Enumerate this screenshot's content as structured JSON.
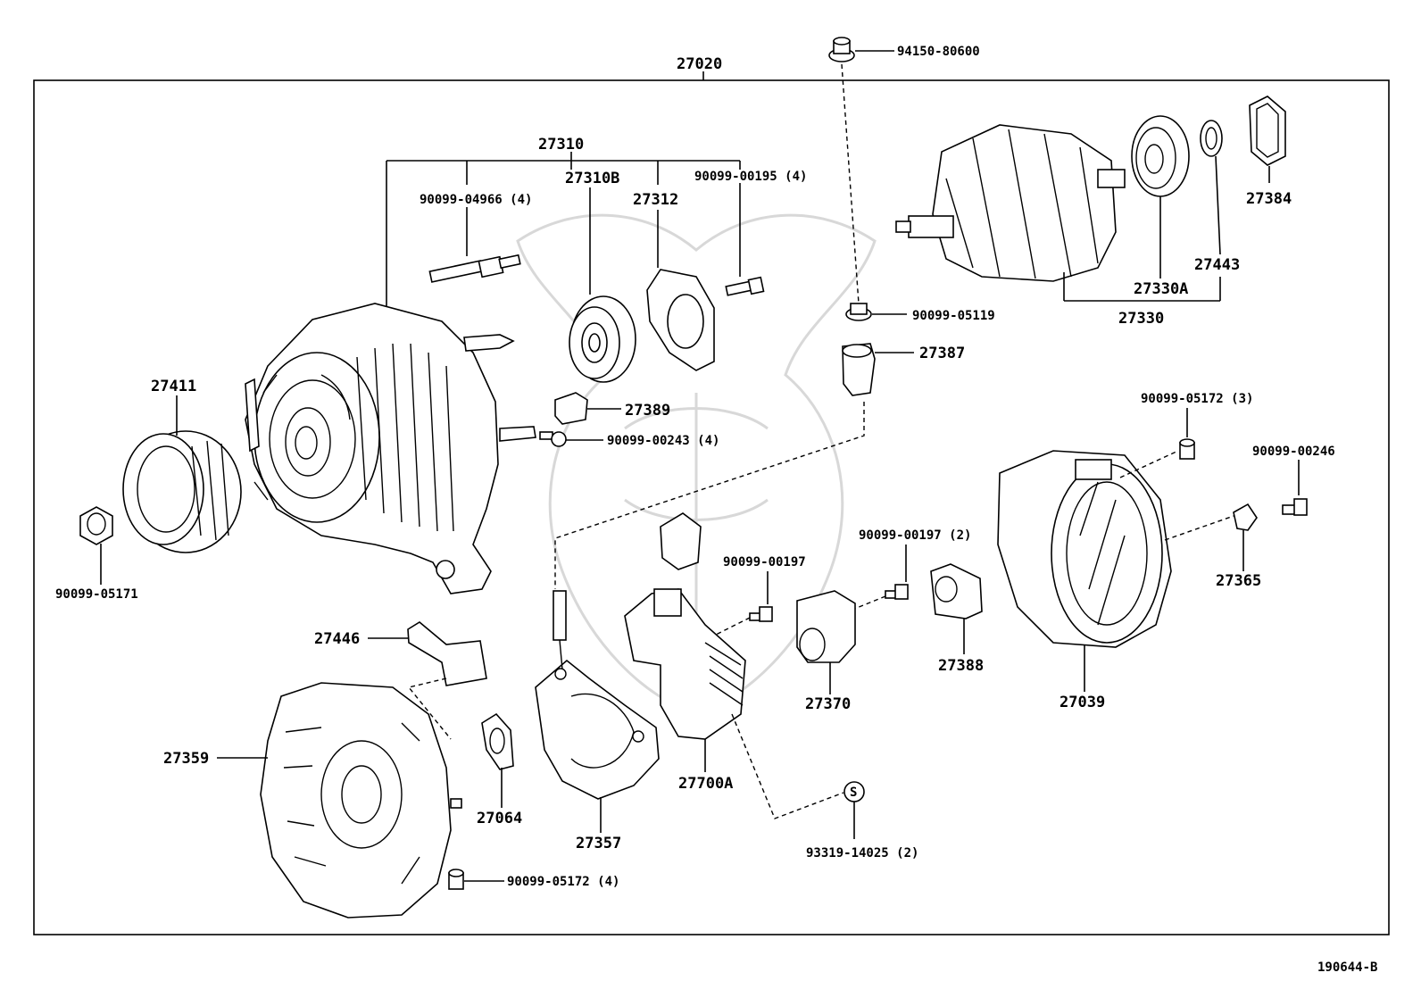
{
  "diagram_id": "190644-B",
  "labels": {
    "assembly": "27020",
    "nut_top": "94150-80600",
    "rear_assy": "27310",
    "bolt_4966": "90099-04966 (4)",
    "bearing_b": "27310B",
    "retainer": "27312",
    "bolt_0195": "90099-00195 (4)",
    "rotor_bearing_cover": "27384",
    "collar": "27443",
    "bearing_a": "27330A",
    "rotor": "27330",
    "nut_5119": "90099-05119",
    "terminal_insulator": "27387",
    "pulley": "27411",
    "insulator_27389": "27389",
    "nut_0243": "90099-00243 (4)",
    "nut_5172_3": "90099-05172 (3)",
    "bolt_0246": "90099-00246",
    "pulley_nut": "90099-05171",
    "terminal_27365": "27365",
    "screw_0197_2": "90099-00197 (2)",
    "screw_0197": "90099-00197",
    "plate_27446": "27446",
    "brush_holder": "27370",
    "cover_27388": "27388",
    "end_cover": "27039",
    "drive_frame": "27359",
    "gasket_27064": "27064",
    "regulator": "27700A",
    "rectifier": "27357",
    "screw_s": "93319-14025 (2)",
    "s_mark": "S",
    "nut_5172_4": "90099-05172 (4)"
  }
}
